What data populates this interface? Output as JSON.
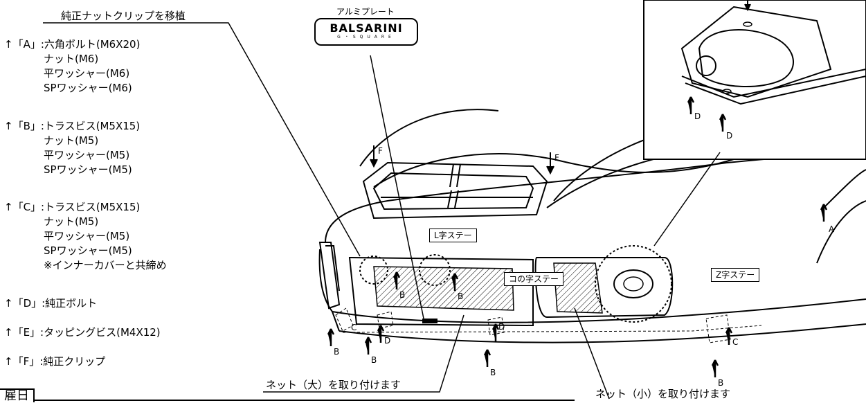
{
  "callouts": {
    "nut_clip": "純正ナットクリップを移植",
    "alu_plate": "アルミプレート",
    "logo_main": "BALSARINI",
    "logo_sub": "G・SQUARE",
    "net_large": "ネット（大）を取り付けます",
    "net_small": "ネット（小）を取り付けます",
    "l_stay": "L字ステー",
    "ko_stay": "コの字ステー",
    "z_stay": "Z字ステー",
    "bottom_tag": "雇日"
  },
  "legend": [
    {
      "key": "↑「A」:六角ボルト(M6X20)",
      "items": [
        "ナット(M6)",
        "平ワッシャー(M6)",
        "SPワッシャー(M6)"
      ]
    },
    {
      "key": "↑「B」:トラスビス(M5X15)",
      "items": [
        "ナット(M5)",
        "平ワッシャー(M5)",
        "SPワッシャー(M5)"
      ]
    },
    {
      "key": "↑「C」:トラスビス(M5X15)",
      "items": [
        "ナット(M5)",
        "平ワッシャー(M5)",
        "SPワッシャー(M5)",
        "※インナーカバーと共締め"
      ]
    },
    {
      "key": "↑「D」:純正ボルト",
      "items": []
    },
    {
      "key": "↑「E」:タッピングビス(M4X12)",
      "items": []
    },
    {
      "key": "↑「F」:純正クリップ",
      "items": []
    }
  ],
  "arrow_labels": {
    "A": "A",
    "B": "B",
    "C": "C",
    "D": "D",
    "F": "F"
  }
}
